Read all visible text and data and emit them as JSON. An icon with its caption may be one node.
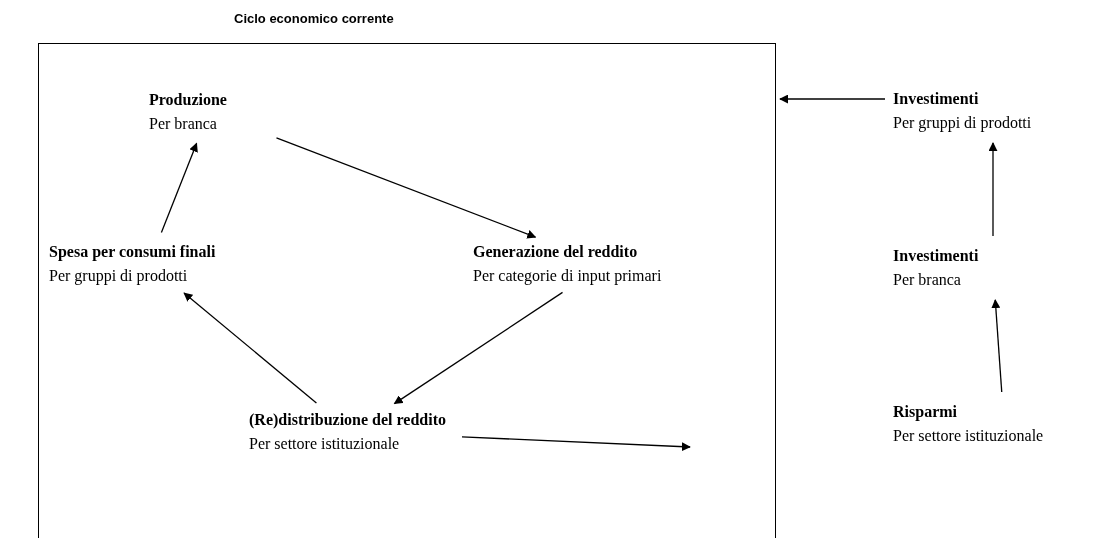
{
  "diagram": {
    "nodes": [
      {
        "text": [
          "Ciclo economico corrente"
        ]
      },
      {
        "text": [
          "Produzione",
          "Per branca"
        ],
        "in": 0
      },
      {
        "text": [
          "Spesa per consumi finali",
          "Per gruppi di prodotti"
        ],
        "in": 0
      },
      {
        "text": [
          "Generazione del reddito",
          "Per categorie di input primari"
        ],
        "in": 0
      },
      {
        "text": [
          "(Re)distribuzione del reddito",
          "Per settore istituzionale"
        ],
        "in": 0
      },
      {
        "text": [
          "Investimenti",
          "Per gruppi di prodotti"
        ]
      },
      {
        "text": [
          "Investimenti",
          "Per branca"
        ]
      },
      {
        "text": [
          "Risparmi",
          "Per settore istituzionale"
        ]
      }
    ],
    "edges": [
      {
        "from": 1,
        "to": 3,
        "arrow": "to"
      },
      {
        "from": 3,
        "to": 4,
        "arrow": "to"
      },
      {
        "from": 4,
        "to": 2,
        "arrow": "to"
      },
      {
        "from": 2,
        "to": 1,
        "arrow": "to"
      },
      {
        "from": 4,
        "to": null,
        "arrow": "to"
      },
      {
        "from": 5,
        "to": 0,
        "arrow": "to"
      },
      {
        "from": 6,
        "to": 5,
        "arrow": "to"
      },
      {
        "from": 7,
        "to": 6,
        "arrow": "to"
      }
    ]
  }
}
